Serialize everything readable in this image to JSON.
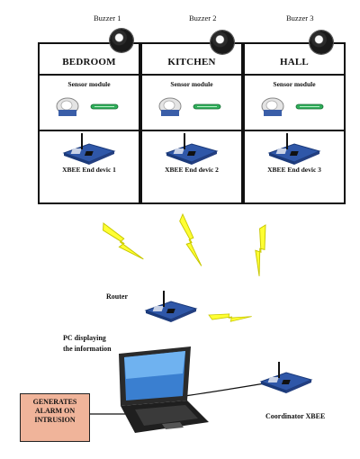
{
  "buzzers": [
    {
      "label": "Buzzer  1"
    },
    {
      "label": "Buzzer  2"
    },
    {
      "label": "Buzzer  3"
    }
  ],
  "rooms": [
    {
      "name": "BEDROOM",
      "sensor_label": "Sensor module",
      "end_device_label": "XBEE End devic 1"
    },
    {
      "name": "KITCHEN",
      "sensor_label": "Sensor module",
      "end_device_label": "XBEE End devic 2"
    },
    {
      "name": "HALL",
      "sensor_label": "Sensor module",
      "end_device_label": "XBEE End devic 3"
    }
  ],
  "router": {
    "label": "Router"
  },
  "pc": {
    "label_line1": "PC displaying",
    "label_line2": "the information"
  },
  "coordinator": {
    "label": "Coordinator XBEE"
  },
  "alarm": {
    "line1": "GENERATES",
    "line2": "ALARM ON",
    "line3": "INTRUSION"
  },
  "colors": {
    "lightning": "#ffff33",
    "alarm_fill": "#f0b49a",
    "board_blue": "#2f57a8",
    "sensor_green": "#2fae5a"
  }
}
